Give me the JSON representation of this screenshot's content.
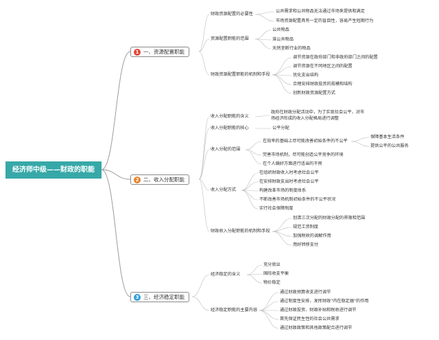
{
  "root": "经济师中级——财政的职能",
  "sections": [
    {
      "num": "1",
      "label": "一、资源配置职能",
      "color": "#e0463a",
      "branches": [
        {
          "label": "财政资源配置的必要性",
          "items": [
            "公共需求和公共物品无法通过市场来提供和满足",
            "市场资源配置具有一定的盲目性，容易产生短期行为"
          ]
        },
        {
          "label": "资源配置职能的范围",
          "items": [
            "公共物品",
            "准公共物品",
            "天然垄断行业的物品"
          ]
        },
        {
          "label": "财政资源配置职能的机制和手段",
          "items": [
            "调节资源在政府部门和非政府部门之间的配置",
            "调节资源在不同地区之间的配置",
            "优化支出结构",
            "合理安排财政投资的规模和结构",
            "创新财政资源配置方式"
          ]
        }
      ]
    },
    {
      "num": "2",
      "label": "二、收入分配职能",
      "color": "#e8812a",
      "branches": [
        {
          "label": "收入分配职能的含义",
          "items": [
            "政府在财政分配活动中，为了实现社会公平，对市场经济形成的收入分配格局进行调整"
          ]
        },
        {
          "label": "收入分配职能的核心",
          "items": [
            "公平分配"
          ]
        },
        {
          "label": "收入分配的范围",
          "items": [
            "在效率的基础上尽可能改善初始条件的不公平",
            "完善市场机制，尽可能创造公平竞争的环境",
            "在个人偏好方面进行适当的干预"
          ],
          "sub": [
            "保障基本生活条件",
            "提供公平的公共服务"
          ]
        },
        {
          "label": "收入分配方式",
          "items": [
            "在组织财政收入时考虑社会公平",
            "在安排财政支出时考虑社会公平",
            "构建改革市场的制度体系",
            "不断改善市场机制初始条件的不公平状况",
            "实行社会保障制度"
          ]
        },
        {
          "label": "财政收入分配职能的机制和手段",
          "items": [
            "划清三次分配的财政分配的界限和范围",
            "规范工资制度",
            "加强税收的调解作用",
            "用好转移支付"
          ]
        }
      ]
    },
    {
      "num": "3",
      "label": "三、经济稳定职能",
      "color": "#2e9fd8",
      "branches": [
        {
          "label": "经济稳定的含义",
          "items": [
            "充分就业",
            "国际收支平衡",
            "物价稳定"
          ]
        },
        {
          "label": "经济稳定职能的主要内容",
          "items": [
            "通过财政预算收支进行调节",
            "通过制度性安排，发挥财政\"内在稳定器\"的作用",
            "通过财政投资、财政补贴和税收进行调节",
            "首先保证民生性的社会公共需求",
            "通过财政政策和其他政策配合进行调节"
          ]
        }
      ]
    }
  ]
}
